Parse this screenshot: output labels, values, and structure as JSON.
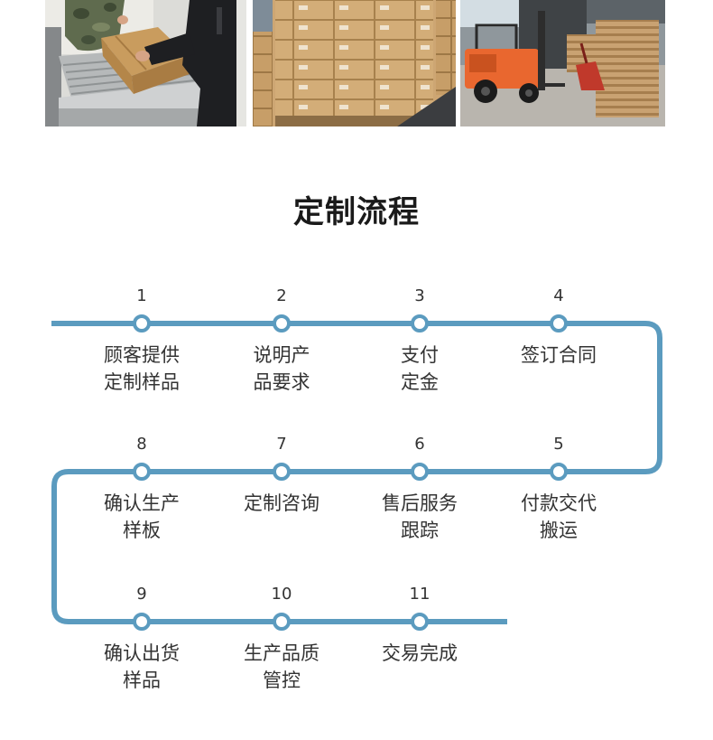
{
  "title": "定制流程",
  "colors": {
    "line": "#5b9bbf",
    "text": "#333333",
    "node_fill": "#ffffff"
  },
  "steps": [
    {
      "number": "1",
      "lines": [
        "顾客提供",
        "定制样品"
      ]
    },
    {
      "number": "2",
      "lines": [
        "说明产",
        "品要求"
      ]
    },
    {
      "number": "3",
      "lines": [
        "支付",
        "定金"
      ]
    },
    {
      "number": "4",
      "lines": [
        "签订合同"
      ]
    },
    {
      "number": "5",
      "lines": [
        "付款交代",
        "搬运"
      ]
    },
    {
      "number": "6",
      "lines": [
        "售后服务",
        "跟踪"
      ]
    },
    {
      "number": "7",
      "lines": [
        "定制咨询"
      ]
    },
    {
      "number": "8",
      "lines": [
        "确认生产",
        "样板"
      ]
    },
    {
      "number": "9",
      "lines": [
        "确认出货",
        "样品"
      ]
    },
    {
      "number": "10",
      "lines": [
        "生产品质",
        "管控"
      ]
    },
    {
      "number": "11",
      "lines": [
        "交易完成"
      ]
    }
  ]
}
